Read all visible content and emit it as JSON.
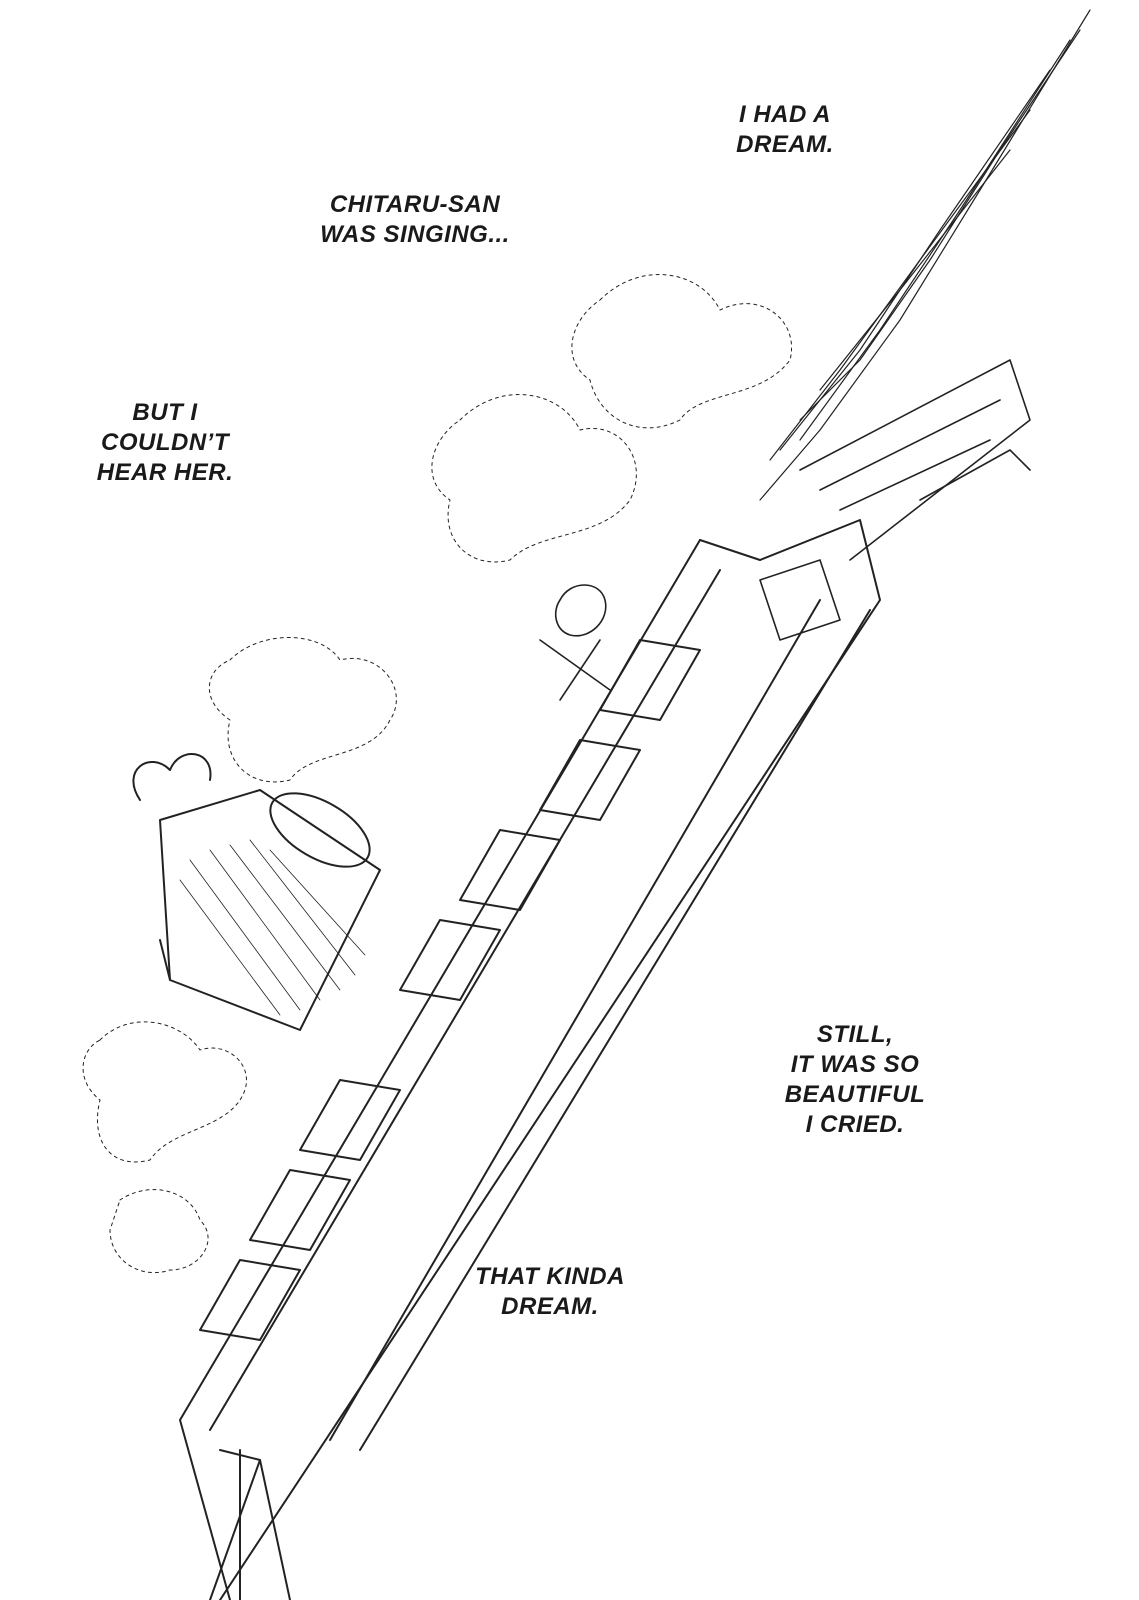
{
  "captions": [
    {
      "lines": [
        "I HAD A",
        "DREAM."
      ]
    },
    {
      "lines": [
        "CHITARU-SAN",
        "WAS SINGING..."
      ]
    },
    {
      "lines": [
        "BUT I",
        "COULDN’T",
        "HEAR HER."
      ]
    },
    {
      "lines": [
        "STILL,",
        "IT WAS SO",
        "BEAUTIFUL",
        "I CRIED."
      ]
    },
    {
      "lines": [
        "THAT KINDA",
        "DREAM."
      ]
    }
  ],
  "colors": {
    "ink": "#1a1a1a",
    "paper": "#ffffff"
  }
}
